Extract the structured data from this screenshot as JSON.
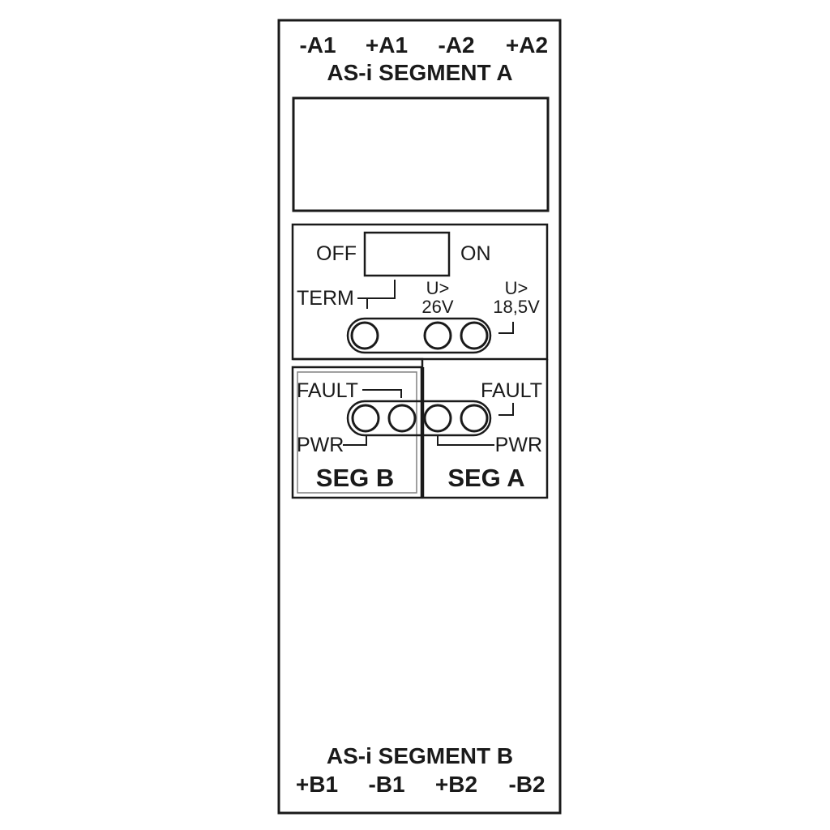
{
  "top_terminals": [
    "-A1",
    "+A1",
    "-A2",
    "+A2"
  ],
  "top_title": "AS-i SEGMENT A",
  "switch": {
    "off_label": "OFF",
    "on_label": "ON",
    "term_label": "TERM"
  },
  "upper_leds": {
    "u26": {
      "line1": "U>",
      "line2": "26V"
    },
    "u185": {
      "line1": "U>",
      "line2": "18,5V"
    }
  },
  "seg_b": {
    "fault_label": "FAULT",
    "pwr_label": "PWR",
    "title": "SEG B"
  },
  "seg_a": {
    "fault_label": "FAULT",
    "pwr_label": "PWR",
    "title": "SEG A"
  },
  "bottom_title": "AS-i SEGMENT B",
  "bottom_terminals": [
    "+B1",
    "-B1",
    "+B2",
    "-B2"
  ],
  "colors": {
    "line": "#1a1a1a",
    "background": "#ffffff"
  }
}
